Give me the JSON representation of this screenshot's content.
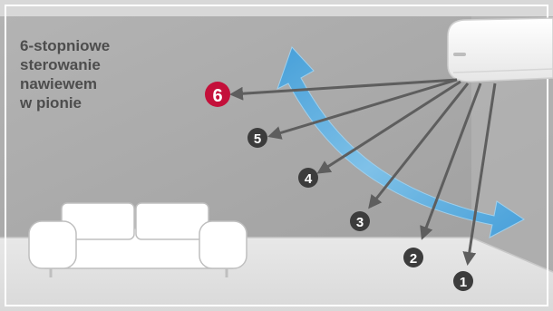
{
  "caption": {
    "lines": [
      "6-stopniowe",
      "sterowanie",
      "nawiewem",
      "w pionie"
    ]
  },
  "positions": [
    {
      "label": "1",
      "highlighted": false
    },
    {
      "label": "2",
      "highlighted": false
    },
    {
      "label": "3",
      "highlighted": false
    },
    {
      "label": "4",
      "highlighted": false
    },
    {
      "label": "5",
      "highlighted": false
    },
    {
      "label": "6",
      "highlighted": true
    }
  ],
  "colors": {
    "wall": "#a9a9a9",
    "floor": "#e3e3e3",
    "airflow": "#4aa6e0",
    "arrow": "#5e5e5e",
    "badge": "#3c3c3c",
    "highlight": "#c4103a"
  },
  "icons": [
    "air-conditioner-icon",
    "sofa-icon",
    "airflow-arrow-icon"
  ]
}
